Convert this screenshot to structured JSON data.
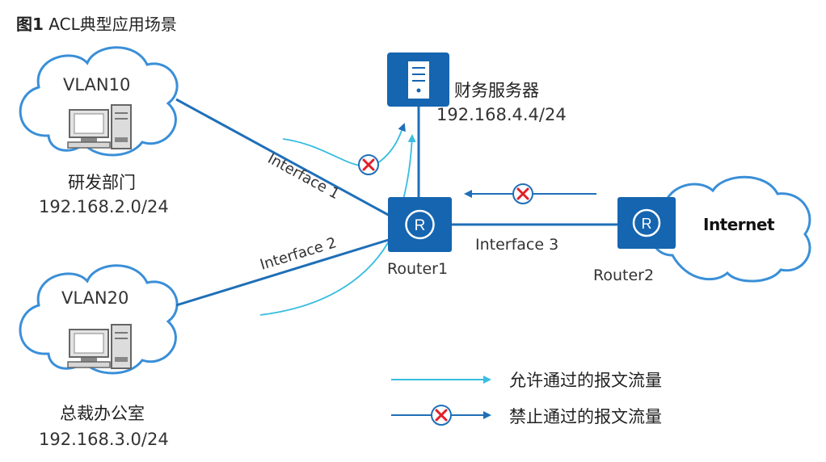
{
  "title": {
    "prefix": "图1",
    "text": "ACL典型应用场景"
  },
  "nodes": {
    "vlan10": {
      "name": "VLAN10",
      "dept": "研发部门",
      "subnet": "192.168.2.0/24"
    },
    "vlan20": {
      "name": "VLAN20",
      "dept": "总裁办公室",
      "subnet": "192.168.3.0/24"
    },
    "server": {
      "name": "财务服务器",
      "ip": "192.168.4.4/24"
    },
    "router1": {
      "name": "Router1",
      "glyph": "R"
    },
    "router2": {
      "name": "Router2",
      "glyph": "R"
    },
    "internet": {
      "name": "Internet"
    }
  },
  "interfaces": {
    "if1": "Interface 1",
    "if2": "Interface 2",
    "if3": "Interface 3"
  },
  "legend": {
    "allow": "允许通过的报文流量",
    "deny": "禁止通过的报文流量"
  },
  "colors": {
    "link": "#1f6fb8",
    "device": "#1565b0",
    "allow": "#38bde0",
    "deny_mark": "#e0202a",
    "cloud": "#3a8fd8"
  },
  "icons": {
    "pc": "desktop-pc-icon",
    "server": "server-icon",
    "router": "router-icon",
    "deny": "deny-mark-icon"
  }
}
